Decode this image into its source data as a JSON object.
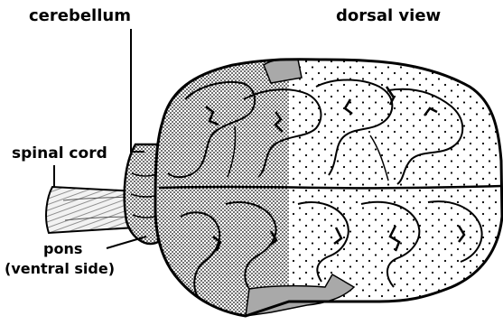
{
  "labels": {
    "cerebellum": "cerebellum",
    "view": "dorsal view",
    "spinal_cord": "spinal cord",
    "pons_line1": "pons",
    "pons_line2": "(ventral side)"
  },
  "colors": {
    "ink": "#000000",
    "background": "#ffffff",
    "shaded_region": "#a9a9a9"
  }
}
